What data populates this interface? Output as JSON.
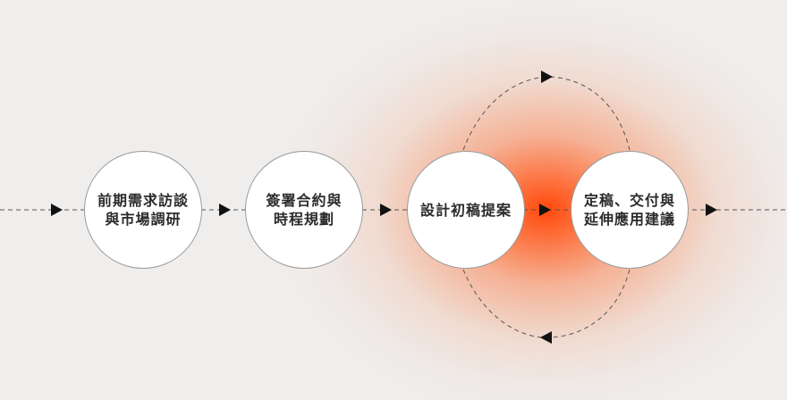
{
  "colors": {
    "background": "#efeeed",
    "glow": "#ff4a0a",
    "node_fill": "#ffffff",
    "node_border": "#9a9a9a",
    "line": "#555555",
    "arrow": "#111111",
    "text": "#2b2b2b"
  },
  "steps": [
    {
      "lines": [
        "前期需求訪談",
        "與市場調研"
      ]
    },
    {
      "lines": [
        "簽署合約與",
        "時程規劃"
      ]
    },
    {
      "lines": [
        "設計初稿提案"
      ]
    },
    {
      "lines": [
        "定稿、交付與",
        "延伸應用建議"
      ]
    }
  ],
  "connectors": {
    "main_flow": "left-to-right dashed line with arrowheads between steps",
    "loop": "dashed arc loop between step 3 and step 4, clockwise (top arrow right, bottom arrow left)",
    "arrow_icon": "triangle-arrow-icon"
  }
}
